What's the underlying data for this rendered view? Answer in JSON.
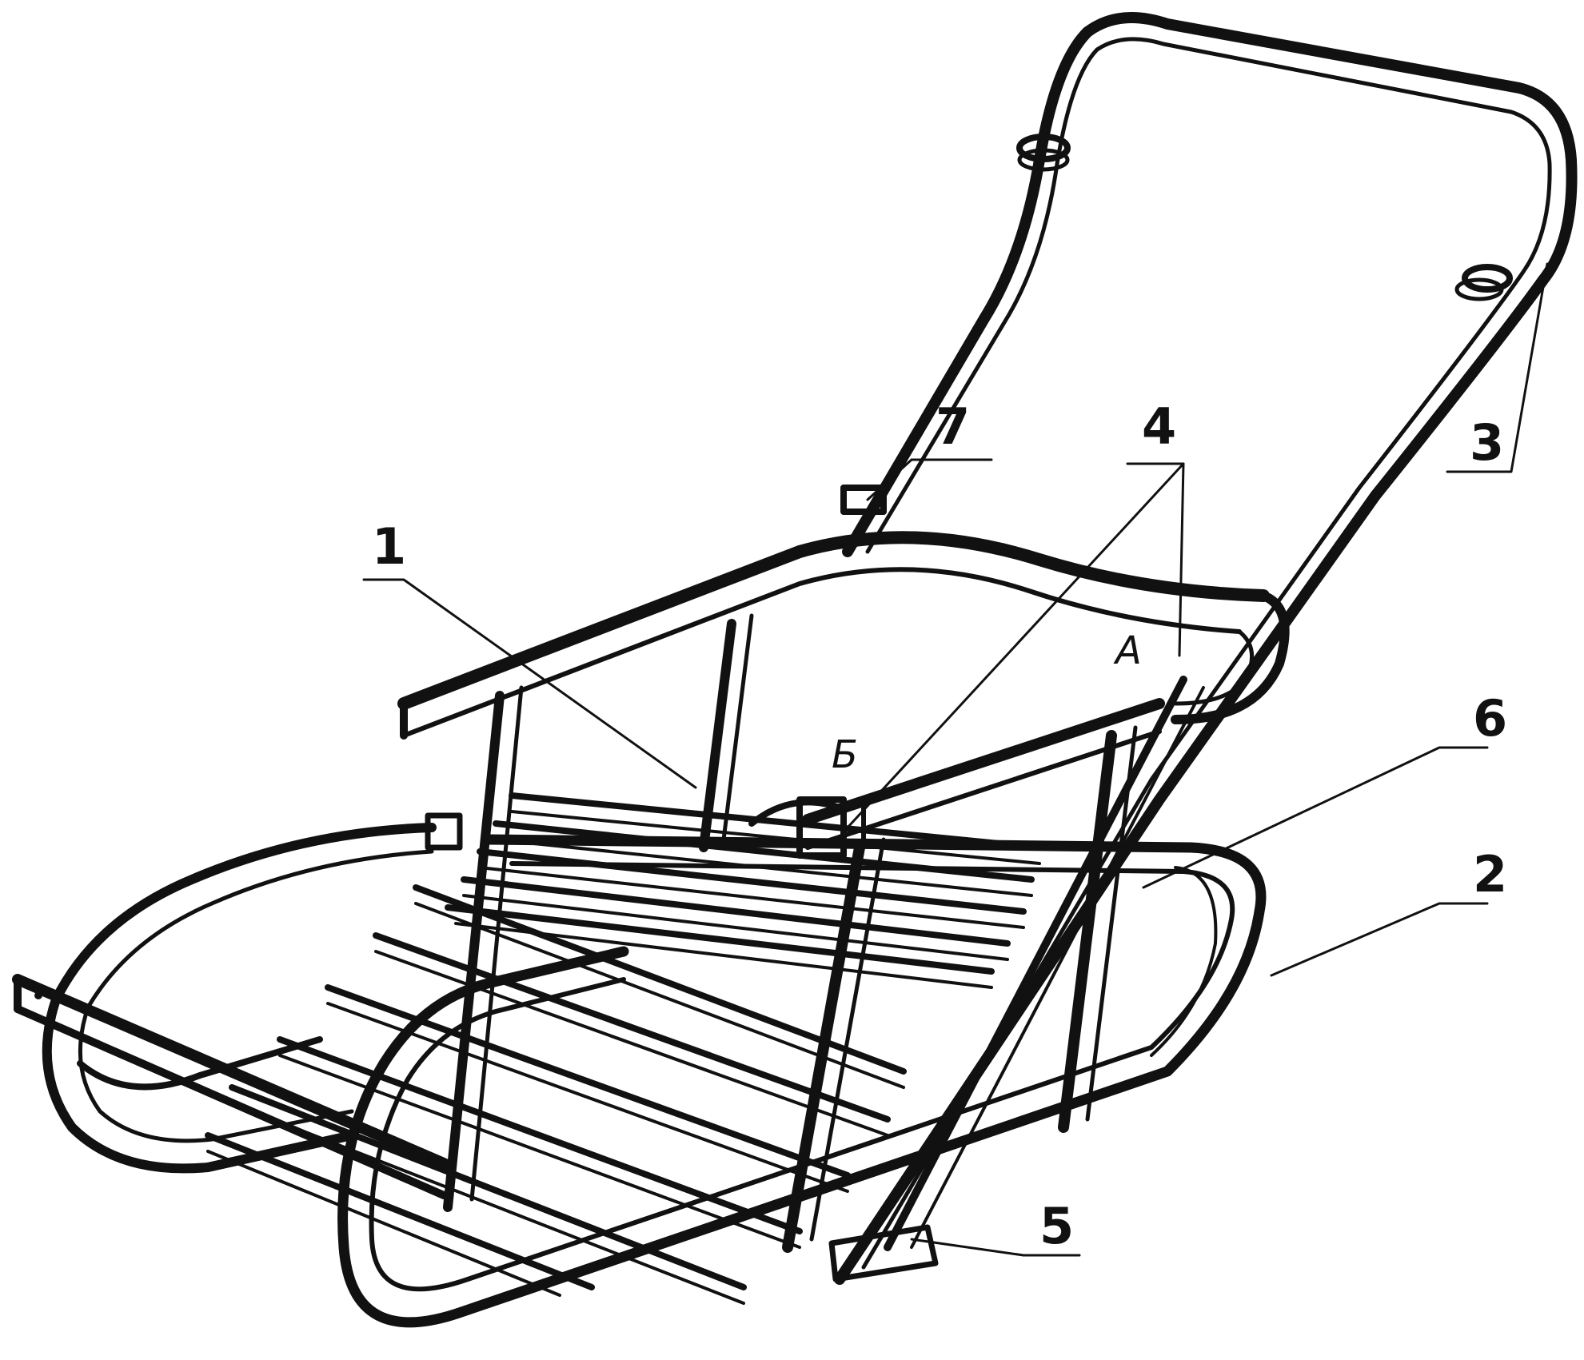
{
  "figure": {
    "ink_color": "#111111",
    "background": "#ffffff",
    "callouts": {
      "c1": "1",
      "c2": "2",
      "c3": "3",
      "c4": "4",
      "c5": "5",
      "c6": "6",
      "c7": "7",
      "A": "А",
      "B": "Б"
    }
  }
}
